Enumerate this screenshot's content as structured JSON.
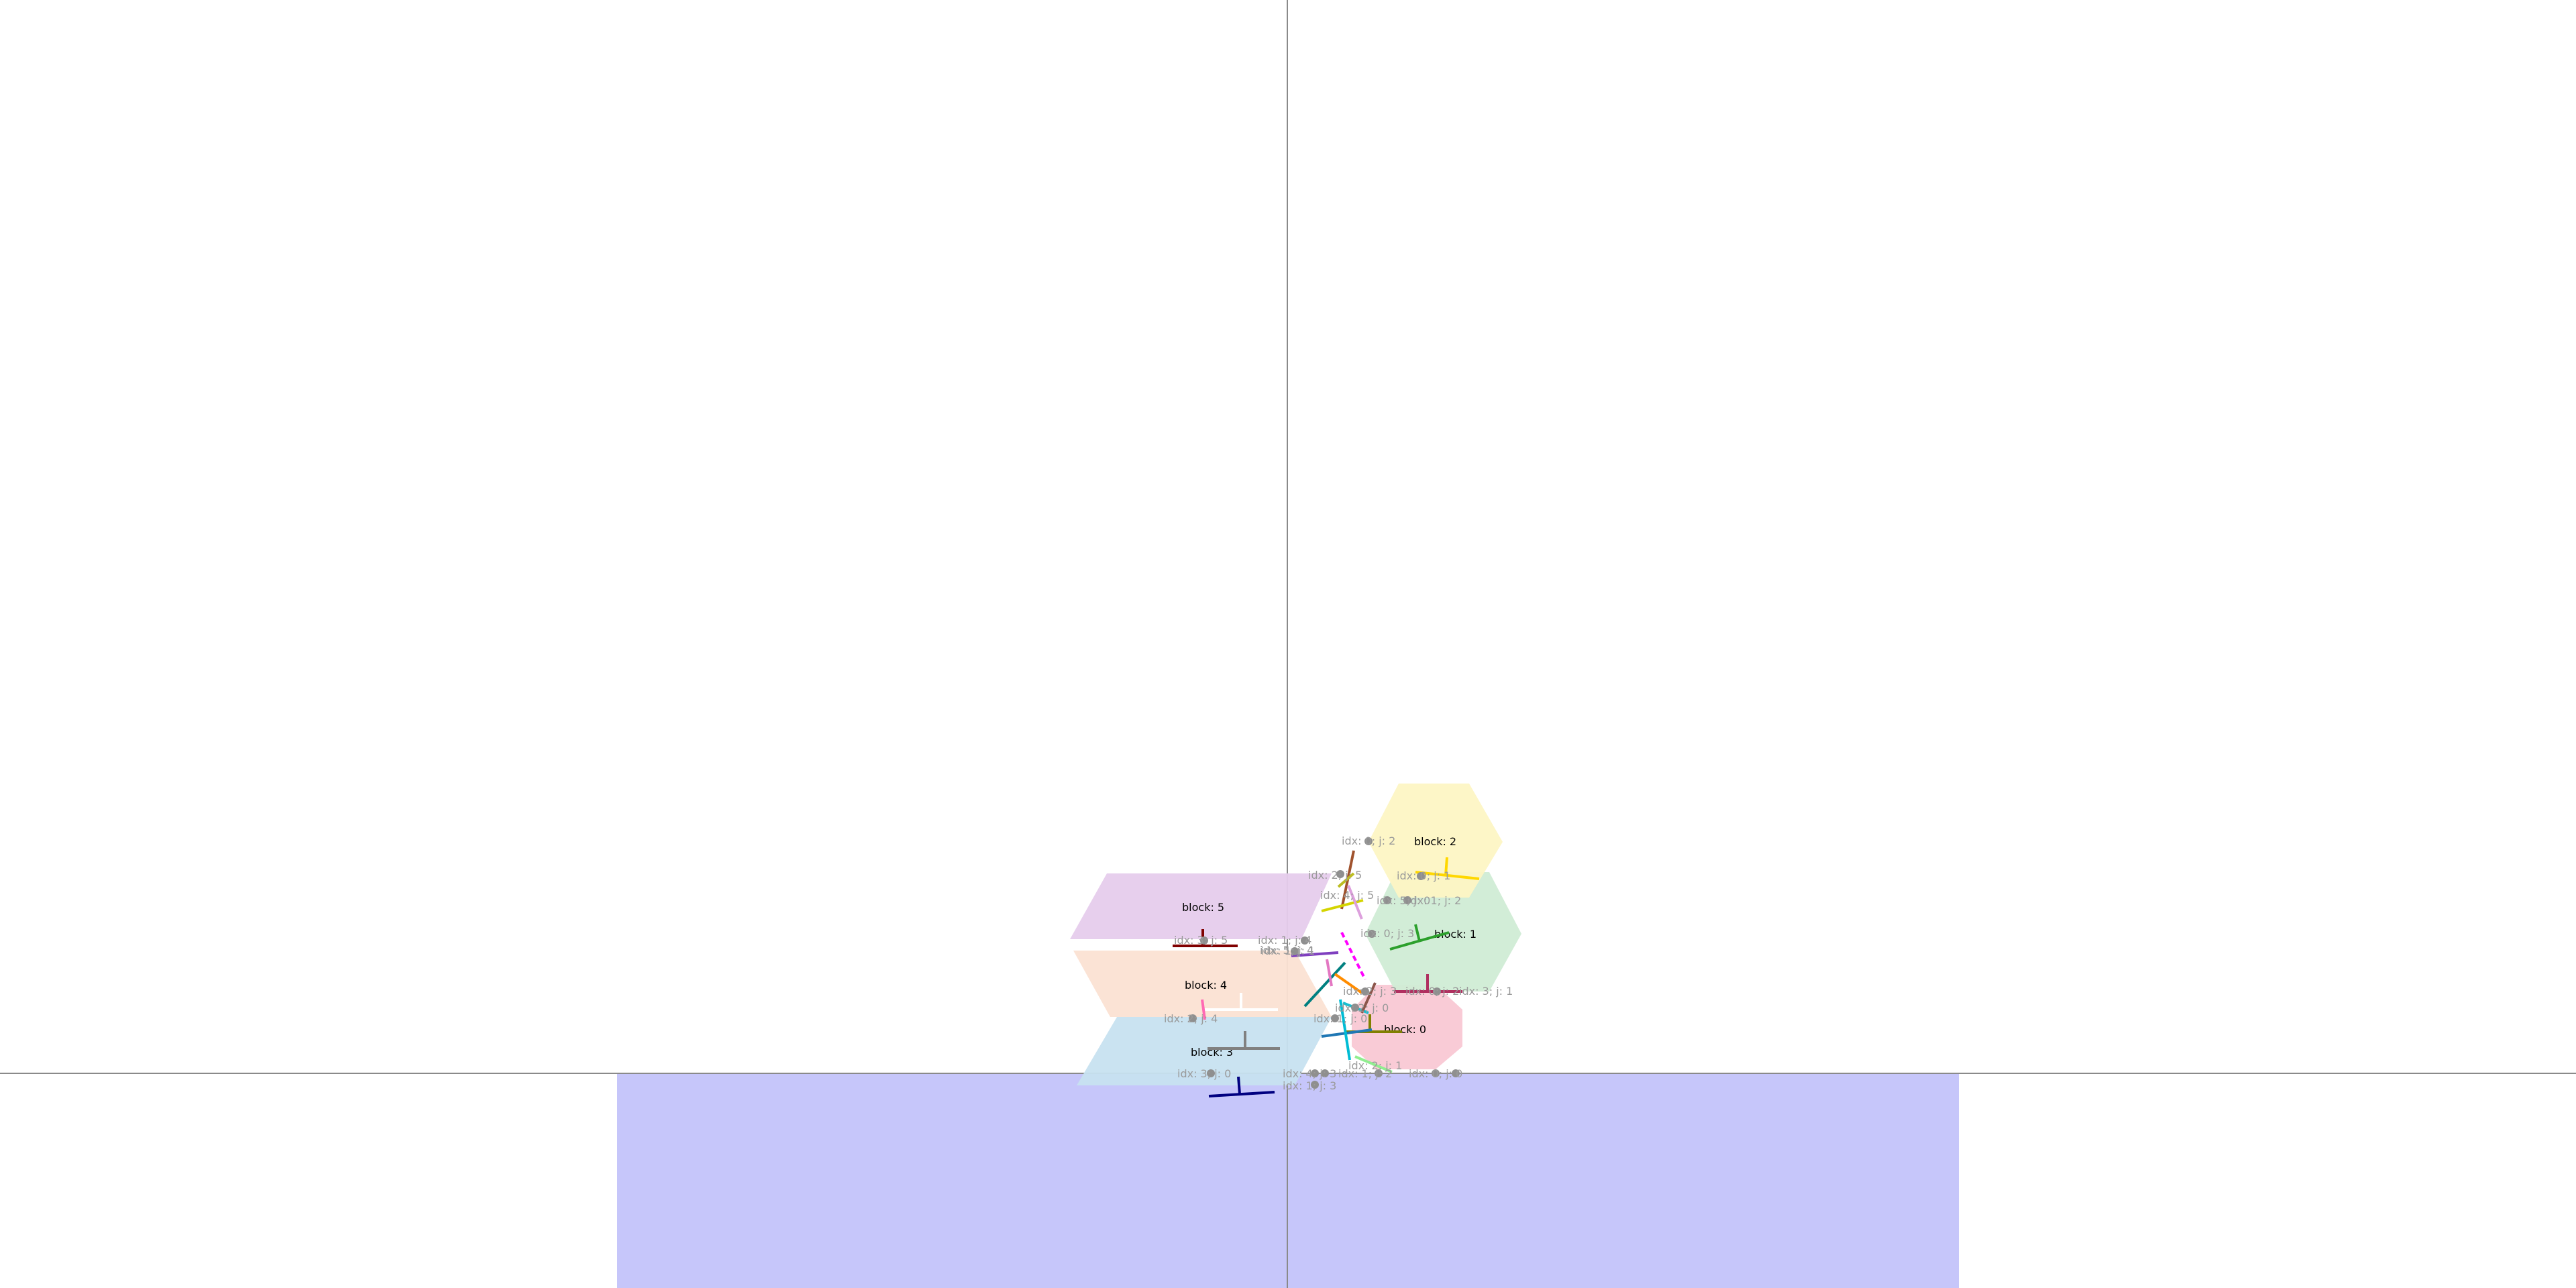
{
  "colors": {
    "background": "#ffffff",
    "ground": "#c6c6fa",
    "axis": "#8a8a8a",
    "contact_dot": "#8f8f8f"
  },
  "blocks": [
    {
      "id": "block-0",
      "label": "block: 0",
      "shape": "octagon",
      "fill": "#f9c8d4"
    },
    {
      "id": "block-1",
      "label": "block: 1",
      "shape": "hexagon",
      "fill": "#d0ecd5"
    },
    {
      "id": "block-2",
      "label": "block: 2",
      "shape": "hexagon",
      "fill": "#fdf5c4"
    },
    {
      "id": "block-3",
      "label": "block: 3",
      "shape": "parallelogram",
      "fill": "#c7e2f0"
    },
    {
      "id": "block-4",
      "label": "block: 4",
      "shape": "parallelogram",
      "fill": "#fbe2d3"
    },
    {
      "id": "block-5",
      "label": "block: 5",
      "shape": "parallelogram",
      "fill": "#e6ccec"
    }
  ],
  "contact_labels": [
    "idx: 0; j: 2",
    "idx: 2; j: 5",
    "idx: 0; j: 1",
    "idx: 5; j: 0",
    "idx: 1; j: 2",
    "idx: 0; j: 3",
    "idx: 3; j: 5",
    "idx: 1; j: 4",
    "idx: 1; j: 1",
    "idx: 2; j: 3",
    "idx: 0; j: 2",
    "idx: 3; j: 1",
    "idx: 2; j: 0",
    "idx: 2; j: 4",
    "idx: 1; j: 0",
    "idx: 3; j: 0",
    "idx: 4; j: 3",
    "idx: 1; j: 2",
    "idx: 2; j: 1",
    "idx: 5; j: 4",
    "idx: 4; j: 5",
    "idx: 0; j: 0",
    "idx: 1; j: 3"
  ],
  "frame_colors": [
    "#a0522d",
    "#d4d400",
    "#ff00ff",
    "#7f3fbf",
    "#008080",
    "#ff8c00",
    "#1f77b4",
    "#00bcd4",
    "#808000",
    "#2ca02c",
    "#ffd700",
    "#b03060",
    "#800000",
    "#ff69b4",
    "#808080",
    "#000080",
    "#dda0dd",
    "#90ee90",
    "#ffffff",
    "#e377c2",
    "#17becf",
    "#bcbd22",
    "#8c564b"
  ]
}
